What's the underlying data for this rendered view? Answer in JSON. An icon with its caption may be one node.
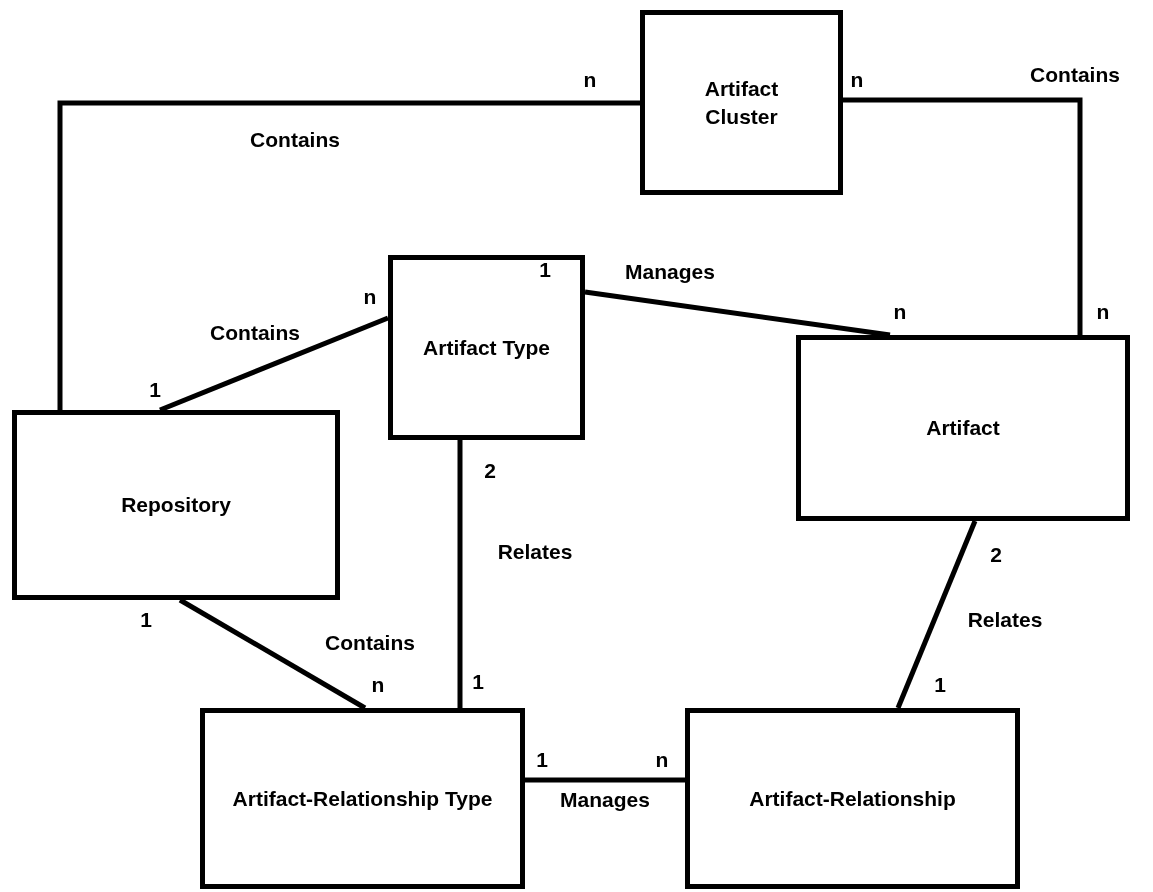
{
  "diagram": {
    "nodes": [
      {
        "text": [
          "Artifact Cluster"
        ]
      },
      {
        "text": [
          "Artifact Type"
        ]
      },
      {
        "text": [
          "Artifact"
        ]
      },
      {
        "text": [
          "Repository"
        ]
      },
      {
        "text": [
          "Artifact-Relationship Type"
        ]
      },
      {
        "text": [
          "Artifact-Relationship"
        ]
      }
    ],
    "edges": [
      {
        "from": 3,
        "to": 0,
        "arrow": "none",
        "label": "Contains"
      },
      {
        "from": 0,
        "to": 2,
        "arrow": "none",
        "label": "Contains"
      },
      {
        "from": 3,
        "to": 1,
        "arrow": "none",
        "label": "Contains"
      },
      {
        "from": 1,
        "to": 2,
        "arrow": "none",
        "label": "Manages"
      },
      {
        "from": 1,
        "to": 4,
        "arrow": "none",
        "label": "Relates"
      },
      {
        "from": 2,
        "to": 5,
        "arrow": "none",
        "label": "Relates"
      },
      {
        "from": 3,
        "to": 4,
        "arrow": "none",
        "label": "Contains"
      },
      {
        "from": 4,
        "to": 5,
        "arrow": "none",
        "label": "Manages"
      }
    ],
    "labels": [
      "n",
      "n",
      "1",
      "n",
      "n",
      "n",
      "1",
      "2",
      "2",
      "1",
      "n",
      "1",
      "1",
      "1",
      "n"
    ]
  }
}
